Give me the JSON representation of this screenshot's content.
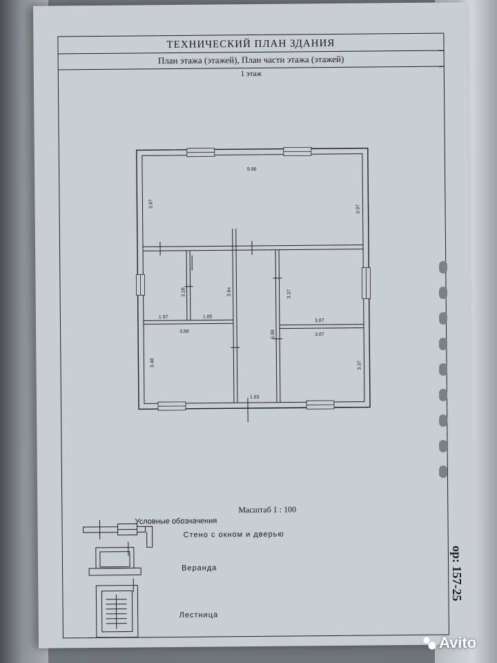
{
  "document": {
    "title": "ТЕХНИЧЕСКИЙ ПЛАН ЗДАНИЯ",
    "subtitle": "План этажа (этажей), План части этажа (этажей)",
    "floor_label": "1 этаж",
    "scale": "Масштаб 1 : 100"
  },
  "plan_dimensions": {
    "top_width": "9.96",
    "left_top_height": "3.97",
    "right_top_height": "3.97",
    "room_a_height": "3.28",
    "room_b_height": "3.bs",
    "room_c_height": "3.37",
    "corridor_length": "6.88",
    "room_a_width": "1.97",
    "room_b_width": "1.85",
    "room_d_width_upper": "3.87",
    "room_d_width_lower": "3.87",
    "room_e_width": "3.98",
    "room_e_height": "3.48",
    "room_f_height": "3.37",
    "corridor_width": "1.83"
  },
  "legend": {
    "title": "Условные обозначения",
    "items": [
      {
        "label": "Стено с окном и дверью",
        "icon": "wall-window-door-symbol"
      },
      {
        "label": "Веранда",
        "icon": "veranda-symbol"
      },
      {
        "label": "Лестница",
        "icon": "stairs-symbol"
      }
    ]
  },
  "side_stamp": "ор: 157-25",
  "watermark": "Avito",
  "colors": {
    "paper": "#c9ced4",
    "ink": "#1c1f22"
  }
}
